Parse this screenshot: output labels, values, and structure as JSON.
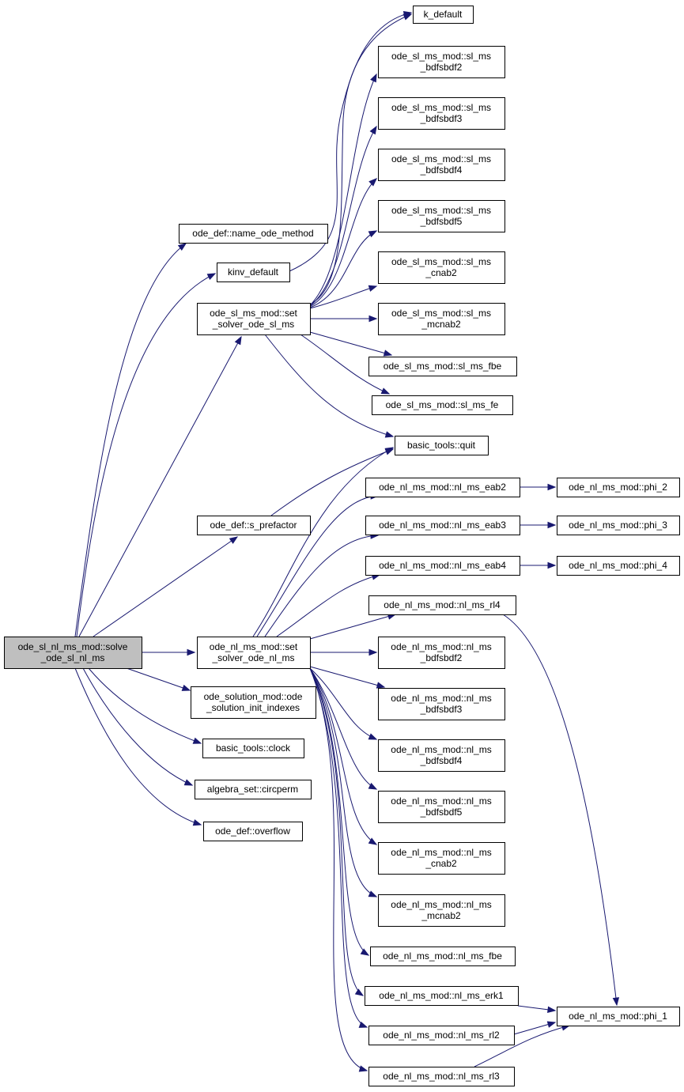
{
  "diagram": {
    "type": "call-graph",
    "colors": {
      "edge": "#191970",
      "root_fill": "#bfbfbf",
      "node_fill": "#ffffff",
      "node_border": "#000000"
    },
    "nodes": [
      {
        "id": "root",
        "lines": [
          "ode_sl_nl_ms_mod::solve",
          "_ode_sl_nl_ms"
        ],
        "root": true
      },
      {
        "id": "k_default",
        "lines": [
          "k_default"
        ]
      },
      {
        "id": "sl_bdf2",
        "lines": [
          "ode_sl_ms_mod::sl_ms",
          "_bdfsbdf2"
        ]
      },
      {
        "id": "sl_bdf3",
        "lines": [
          "ode_sl_ms_mod::sl_ms",
          "_bdfsbdf3"
        ]
      },
      {
        "id": "sl_bdf4",
        "lines": [
          "ode_sl_ms_mod::sl_ms",
          "_bdfsbdf4"
        ]
      },
      {
        "id": "sl_bdf5",
        "lines": [
          "ode_sl_ms_mod::sl_ms",
          "_bdfsbdf5"
        ]
      },
      {
        "id": "name_ode",
        "lines": [
          "ode_def::name_ode_method"
        ]
      },
      {
        "id": "sl_cnab2",
        "lines": [
          "ode_sl_ms_mod::sl_ms",
          "_cnab2"
        ]
      },
      {
        "id": "kinv",
        "lines": [
          "kinv_default"
        ]
      },
      {
        "id": "set_sl",
        "lines": [
          "ode_sl_ms_mod::set",
          "_solver_ode_sl_ms"
        ]
      },
      {
        "id": "sl_mcnab2",
        "lines": [
          "ode_sl_ms_mod::sl_ms",
          "_mcnab2"
        ]
      },
      {
        "id": "sl_fbe",
        "lines": [
          "ode_sl_ms_mod::sl_ms_fbe"
        ]
      },
      {
        "id": "sl_fe",
        "lines": [
          "ode_sl_ms_mod::sl_ms_fe"
        ]
      },
      {
        "id": "quit",
        "lines": [
          "basic_tools::quit"
        ]
      },
      {
        "id": "eab2",
        "lines": [
          "ode_nl_ms_mod::nl_ms_eab2"
        ]
      },
      {
        "id": "phi2",
        "lines": [
          "ode_nl_ms_mod::phi_2"
        ]
      },
      {
        "id": "s_pref",
        "lines": [
          "ode_def::s_prefactor"
        ]
      },
      {
        "id": "eab3",
        "lines": [
          "ode_nl_ms_mod::nl_ms_eab3"
        ]
      },
      {
        "id": "phi3",
        "lines": [
          "ode_nl_ms_mod::phi_3"
        ]
      },
      {
        "id": "eab4",
        "lines": [
          "ode_nl_ms_mod::nl_ms_eab4"
        ]
      },
      {
        "id": "phi4",
        "lines": [
          "ode_nl_ms_mod::phi_4"
        ]
      },
      {
        "id": "rl4",
        "lines": [
          "ode_nl_ms_mod::nl_ms_rl4"
        ]
      },
      {
        "id": "set_nl",
        "lines": [
          "ode_nl_ms_mod::set",
          "_solver_ode_nl_ms"
        ]
      },
      {
        "id": "nl_bdf2",
        "lines": [
          "ode_nl_ms_mod::nl_ms",
          "_bdfsbdf2"
        ]
      },
      {
        "id": "sol_init",
        "lines": [
          "ode_solution_mod::ode",
          "_solution_init_indexes"
        ]
      },
      {
        "id": "nl_bdf3",
        "lines": [
          "ode_nl_ms_mod::nl_ms",
          "_bdfsbdf3"
        ]
      },
      {
        "id": "clock",
        "lines": [
          "basic_tools::clock"
        ]
      },
      {
        "id": "nl_bdf4",
        "lines": [
          "ode_nl_ms_mod::nl_ms",
          "_bdfsbdf4"
        ]
      },
      {
        "id": "circperm",
        "lines": [
          "algebra_set::circperm"
        ]
      },
      {
        "id": "nl_bdf5",
        "lines": [
          "ode_nl_ms_mod::nl_ms",
          "_bdfsbdf5"
        ]
      },
      {
        "id": "overflow",
        "lines": [
          "ode_def::overflow"
        ]
      },
      {
        "id": "nl_cnab2",
        "lines": [
          "ode_nl_ms_mod::nl_ms",
          "_cnab2"
        ]
      },
      {
        "id": "nl_mcnab2",
        "lines": [
          "ode_nl_ms_mod::nl_ms",
          "_mcnab2"
        ]
      },
      {
        "id": "nl_fbe",
        "lines": [
          "ode_nl_ms_mod::nl_ms_fbe"
        ]
      },
      {
        "id": "erk1",
        "lines": [
          "ode_nl_ms_mod::nl_ms_erk1"
        ]
      },
      {
        "id": "phi1",
        "lines": [
          "ode_nl_ms_mod::phi_1"
        ]
      },
      {
        "id": "rl2",
        "lines": [
          "ode_nl_ms_mod::nl_ms_rl2"
        ]
      },
      {
        "id": "rl3",
        "lines": [
          "ode_nl_ms_mod::nl_ms_rl3"
        ]
      }
    ],
    "edges": [
      [
        "root",
        "name_ode"
      ],
      [
        "root",
        "kinv"
      ],
      [
        "root",
        "set_sl"
      ],
      [
        "root",
        "s_pref"
      ],
      [
        "root",
        "set_nl"
      ],
      [
        "root",
        "sol_init"
      ],
      [
        "root",
        "clock"
      ],
      [
        "root",
        "circperm"
      ],
      [
        "root",
        "overflow"
      ],
      [
        "kinv",
        "k_default"
      ],
      [
        "set_sl",
        "k_default"
      ],
      [
        "set_sl",
        "sl_bdf2"
      ],
      [
        "set_sl",
        "sl_bdf3"
      ],
      [
        "set_sl",
        "sl_bdf4"
      ],
      [
        "set_sl",
        "sl_bdf5"
      ],
      [
        "set_sl",
        "sl_cnab2"
      ],
      [
        "set_sl",
        "sl_mcnab2"
      ],
      [
        "set_sl",
        "sl_fbe"
      ],
      [
        "set_sl",
        "sl_fe"
      ],
      [
        "set_sl",
        "quit"
      ],
      [
        "s_pref",
        "quit"
      ],
      [
        "set_nl",
        "quit"
      ],
      [
        "set_nl",
        "eab2"
      ],
      [
        "set_nl",
        "eab3"
      ],
      [
        "set_nl",
        "eab4"
      ],
      [
        "set_nl",
        "rl4"
      ],
      [
        "set_nl",
        "nl_bdf2"
      ],
      [
        "set_nl",
        "nl_bdf3"
      ],
      [
        "set_nl",
        "nl_bdf4"
      ],
      [
        "set_nl",
        "nl_bdf5"
      ],
      [
        "set_nl",
        "nl_cnab2"
      ],
      [
        "set_nl",
        "nl_mcnab2"
      ],
      [
        "set_nl",
        "nl_fbe"
      ],
      [
        "set_nl",
        "erk1"
      ],
      [
        "set_nl",
        "rl2"
      ],
      [
        "set_nl",
        "rl3"
      ],
      [
        "eab2",
        "phi2"
      ],
      [
        "eab3",
        "phi3"
      ],
      [
        "eab4",
        "phi4"
      ],
      [
        "rl4",
        "phi1"
      ],
      [
        "erk1",
        "phi1"
      ],
      [
        "rl2",
        "phi1"
      ],
      [
        "rl3",
        "phi1"
      ]
    ]
  }
}
